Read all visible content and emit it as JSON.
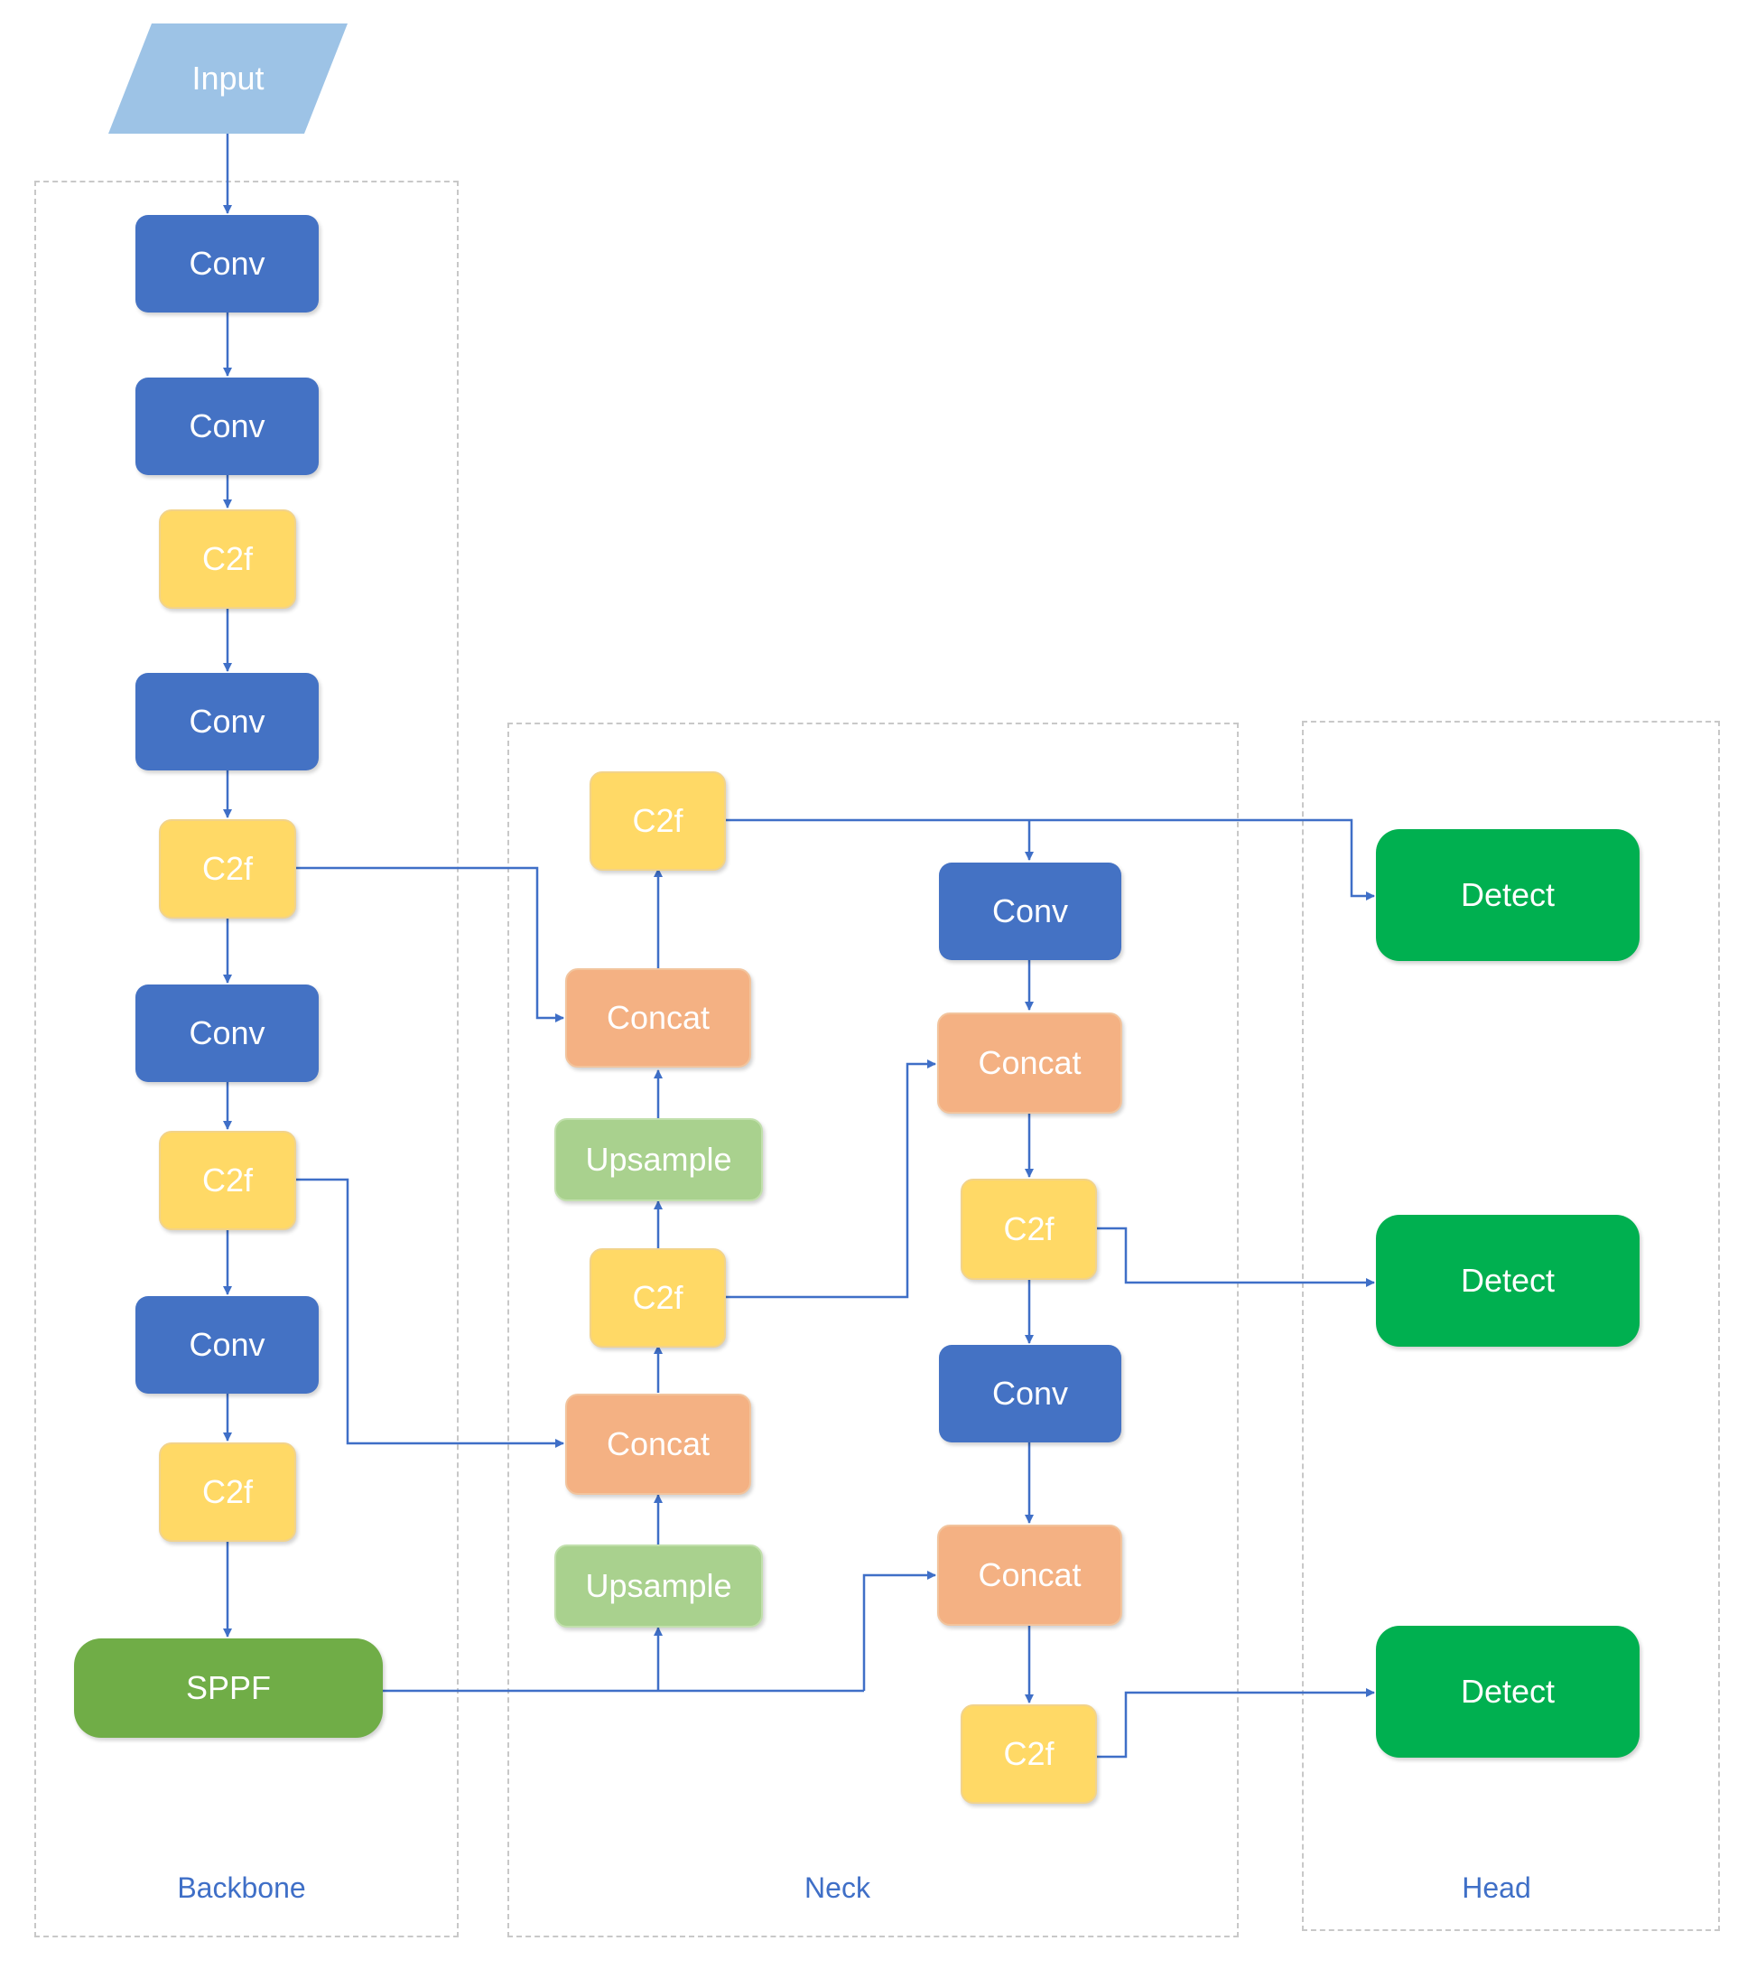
{
  "groups": {
    "backbone": "Backbone",
    "neck": "Neck",
    "head": "Head"
  },
  "input": "Input",
  "backbone": {
    "conv1": "Conv",
    "conv2": "Conv",
    "c2f1": "C2f",
    "conv3": "Conv",
    "c2f2": "C2f",
    "conv4": "Conv",
    "c2f3": "C2f",
    "conv5": "Conv",
    "c2f4": "C2f",
    "sppf": "SPPF"
  },
  "neck": {
    "c2f_top": "C2f",
    "concat_a": "Concat",
    "upsample_a": "Upsample",
    "c2f_mid": "C2f",
    "concat_b": "Concat",
    "upsample_b": "Upsample",
    "conv_r1": "Conv",
    "concat_r1": "Concat",
    "c2f_r1": "C2f",
    "conv_r2": "Conv",
    "concat_r2": "Concat",
    "c2f_r2": "C2f"
  },
  "head": {
    "detect1": "Detect",
    "detect2": "Detect",
    "detect3": "Detect"
  },
  "colors": {
    "conv": "#4472c4",
    "c2f": "#ffd966",
    "concat": "#f4b183",
    "upsample": "#a9d18e",
    "sppf": "#70ad47",
    "detect": "#00b050",
    "input": "#9dc3e6",
    "arrow": "#3f6fc7"
  }
}
